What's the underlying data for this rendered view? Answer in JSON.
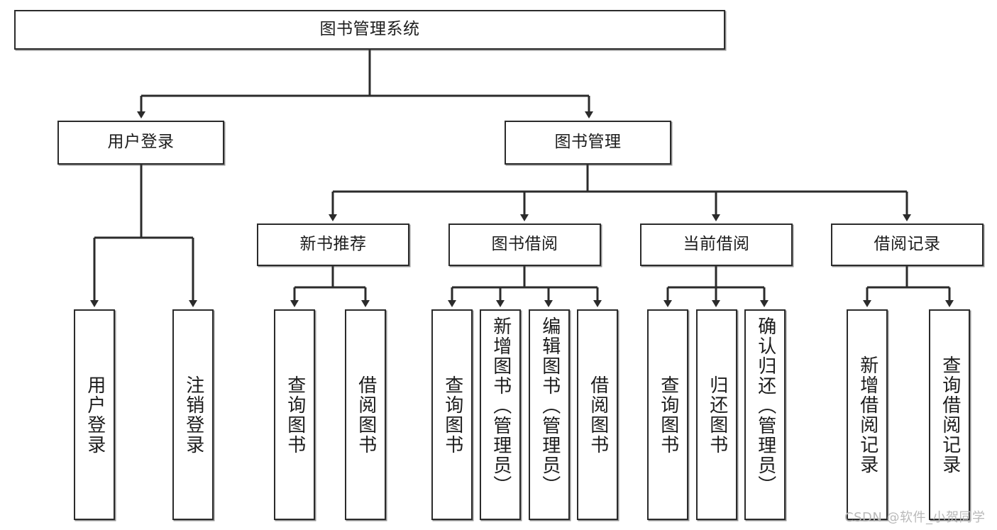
{
  "diagram": {
    "title": "图书管理系统",
    "type": "tree-hierarchy",
    "watermark": "CSDN @软件_小贺同学",
    "colors": {
      "stroke": "#2b2b2b",
      "fill": "#ffffff",
      "text": "#1c1c1c",
      "watermark": "#b9b9b9"
    }
  },
  "nodes": {
    "root": {
      "label": "图书管理系统"
    },
    "level2": [
      {
        "label": "用户登录"
      },
      {
        "label": "图书管理"
      }
    ],
    "level3": [
      {
        "label": "新书推荐"
      },
      {
        "label": "图书借阅"
      },
      {
        "label": "当前借阅"
      },
      {
        "label": "借阅记录"
      }
    ],
    "leaves": {
      "user_login": [
        {
          "label": "用户登录"
        },
        {
          "label": "注销登录"
        }
      ],
      "new_book_recommend": [
        {
          "label": "查询图书"
        },
        {
          "label": "借阅图书"
        }
      ],
      "book_borrow": [
        {
          "label": "查询图书"
        },
        {
          "label": "新增图书（管理员）"
        },
        {
          "label": "编辑图书（管理员）"
        },
        {
          "label": "借阅图书"
        }
      ],
      "current_borrow": [
        {
          "label": "查询图书"
        },
        {
          "label": "归还图书"
        },
        {
          "label": "确认归还（管理员）"
        }
      ],
      "borrow_record": [
        {
          "label": "新增借阅记录"
        },
        {
          "label": "查询借阅记录"
        }
      ]
    }
  }
}
